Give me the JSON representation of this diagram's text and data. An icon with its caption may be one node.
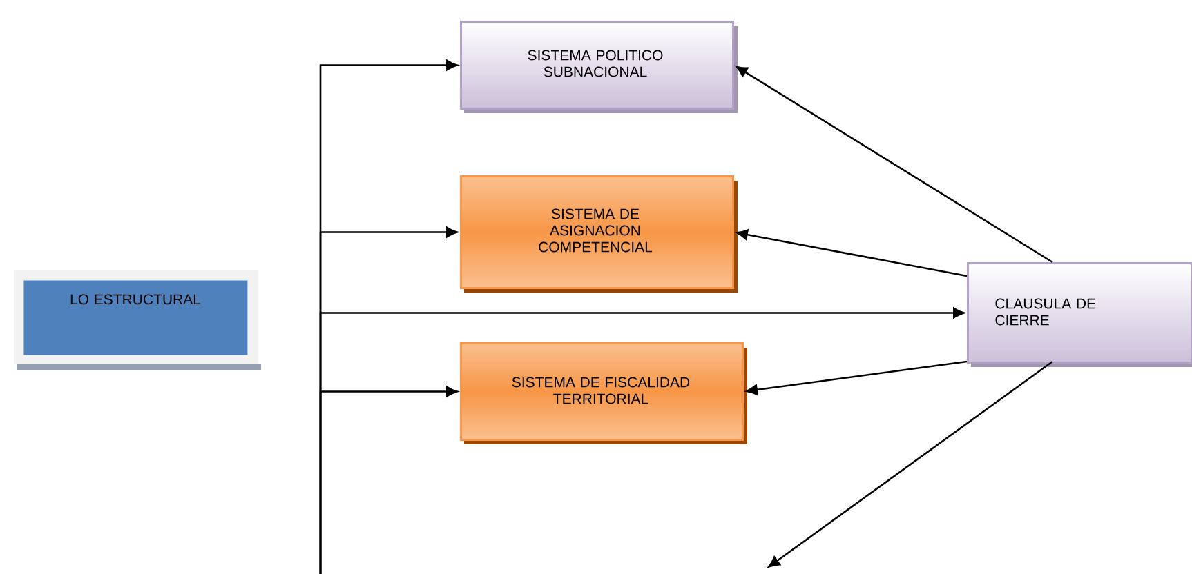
{
  "diagram": {
    "nodes": [
      {
        "text": [
          "LO ESTRUCTURAL"
        ]
      },
      {
        "text": [
          "SISTEMA POLITICO SUBNACIONAL"
        ]
      },
      {
        "text": [
          "SISTEMA DE ASIGNACION COMPETENCIAL"
        ]
      },
      {
        "text": [
          "SISTEMA DE FISCALIDAD TERRITORIAL"
        ]
      },
      {
        "text": [
          "CLAUSULA DE CIERRE"
        ]
      }
    ],
    "edges": [
      {
        "from": null,
        "to": 1,
        "arrow": "to"
      },
      {
        "from": null,
        "to": 2,
        "arrow": "to"
      },
      {
        "from": null,
        "to": 4,
        "arrow": "to"
      },
      {
        "from": null,
        "to": 3,
        "arrow": "to"
      },
      {
        "from": 4,
        "to": 1,
        "arrow": "to"
      },
      {
        "from": 4,
        "to": 2,
        "arrow": "to"
      },
      {
        "from": 4,
        "to": 3,
        "arrow": "to"
      },
      {
        "from": 4,
        "to": null,
        "arrow": "to"
      }
    ]
  }
}
